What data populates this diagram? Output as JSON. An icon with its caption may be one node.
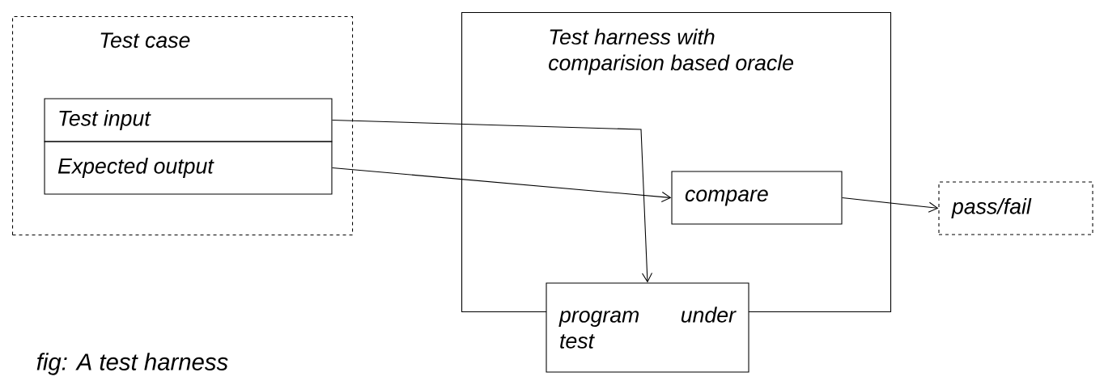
{
  "diagram": {
    "caption": "fig: A test harness",
    "nodes": [
      {
        "text": [
          "Test case"
        ]
      },
      {
        "text": [
          "Test input"
        ],
        "in": 0
      },
      {
        "text": [
          "Expected output"
        ],
        "in": 0
      },
      {
        "text": [
          "Test harness with comparision based oracle"
        ]
      },
      {
        "text": [
          "compare"
        ],
        "in": 3
      },
      {
        "text": [
          "program under test"
        ]
      },
      {
        "text": [
          "pass/fail"
        ]
      }
    ],
    "edges": [
      {
        "from": 1,
        "to": 5,
        "arrow": "to"
      },
      {
        "from": 2,
        "to": 4,
        "arrow": "to"
      },
      {
        "from": 4,
        "to": 6,
        "arrow": "to"
      }
    ]
  }
}
